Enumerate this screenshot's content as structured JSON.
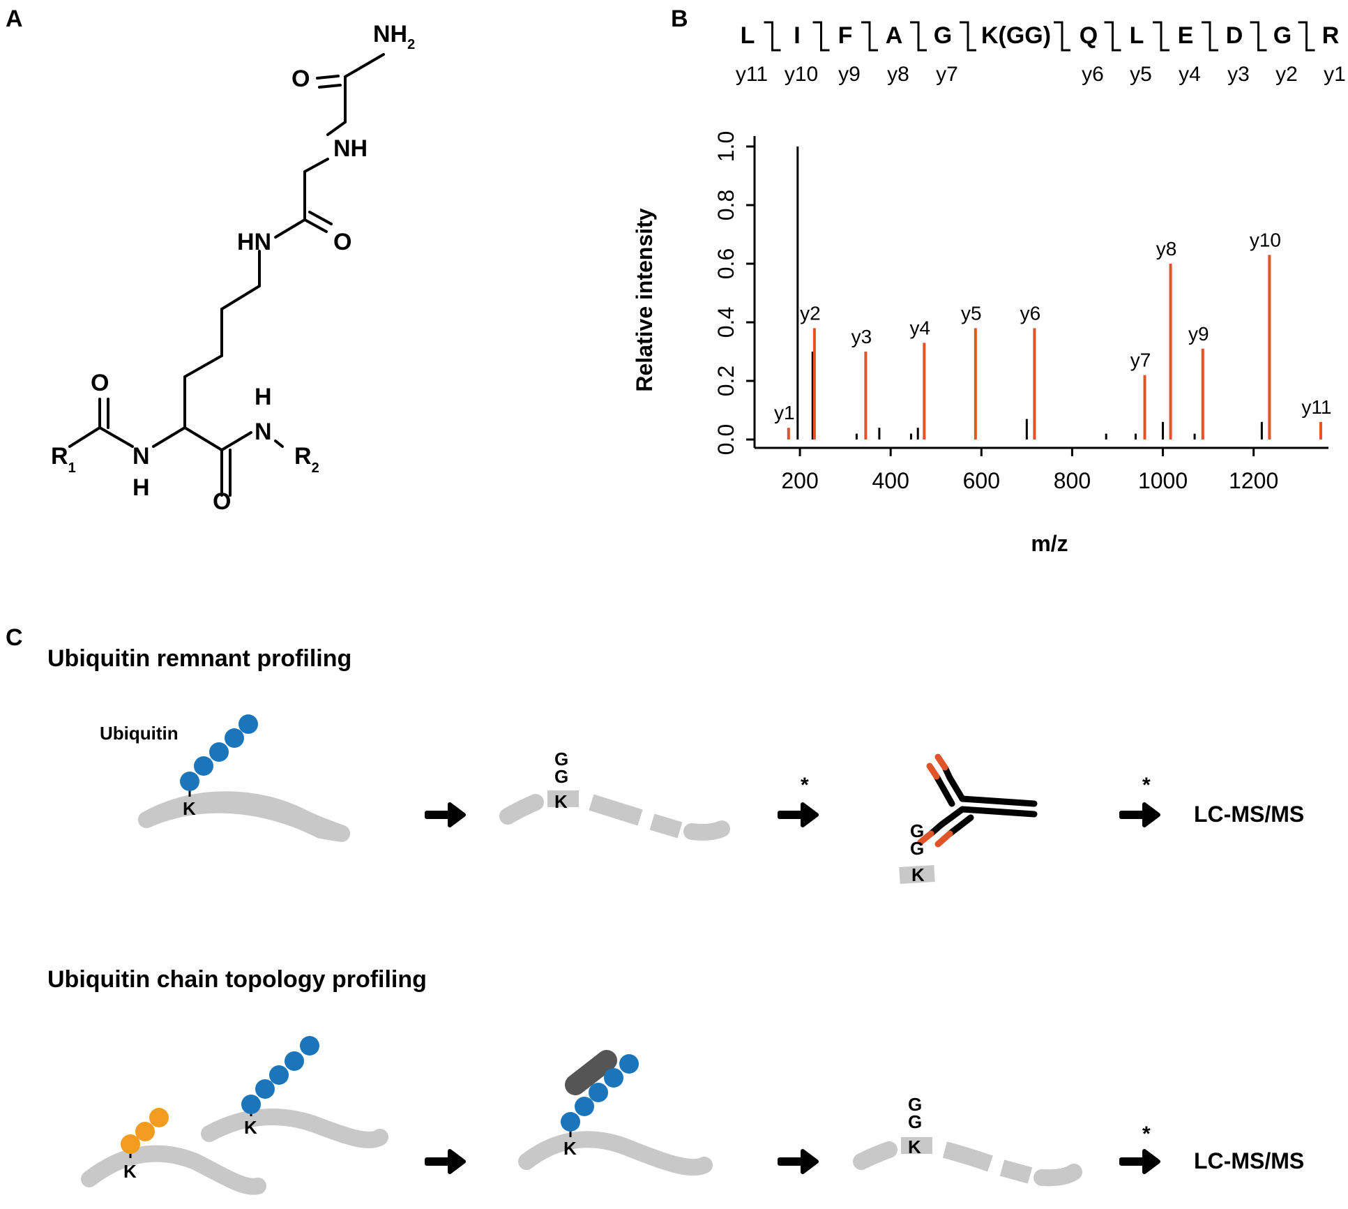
{
  "panels": {
    "a": "A",
    "b": "B",
    "c": "C"
  },
  "structure": {
    "nh2": "NH",
    "nh2_sub": "2",
    "o1": "O",
    "nh_top": "NH",
    "hn": "HN",
    "o2": "O",
    "o_left": "O",
    "h_top": "H",
    "n_right": "N",
    "n_left": "N",
    "h_left": "H",
    "o_bottom": "O",
    "r1": "R",
    "r1_sub": "1",
    "r2": "R",
    "r2_sub": "2"
  },
  "sequence": {
    "residues": [
      "L",
      "I",
      "F",
      "A",
      "G",
      "K(GG)",
      "Q",
      "L",
      "E",
      "D",
      "G",
      "R"
    ],
    "ions": [
      "y11",
      "y10",
      "y9",
      "y8",
      "y7",
      "",
      "y6",
      "y5",
      "y4",
      "y3",
      "y2",
      "y1"
    ]
  },
  "chart_data": {
    "type": "bar",
    "xlabel": "m/z",
    "ylabel": "Relative intensity",
    "xticks": [
      200,
      400,
      600,
      800,
      1000,
      1200
    ],
    "yticks": [
      "0.0",
      "0.2",
      "0.4",
      "0.6",
      "0.8",
      "1.0"
    ],
    "xlim": [
      100,
      1365
    ],
    "ylim": [
      0,
      1.0
    ],
    "colors": {
      "annotated": "#e0542a",
      "other": "#000000"
    },
    "annotated_peaks": [
      {
        "mz": 175,
        "y": 0.04,
        "label": "y1"
      },
      {
        "mz": 232,
        "y": 0.38,
        "label": "y2"
      },
      {
        "mz": 345,
        "y": 0.3,
        "label": "y3"
      },
      {
        "mz": 474,
        "y": 0.33,
        "label": "y4"
      },
      {
        "mz": 587,
        "y": 0.38,
        "label": "y5"
      },
      {
        "mz": 717,
        "y": 0.38,
        "label": "y6"
      },
      {
        "mz": 960,
        "y": 0.22,
        "label": "y7"
      },
      {
        "mz": 1017,
        "y": 0.6,
        "label": "y8"
      },
      {
        "mz": 1088,
        "y": 0.31,
        "label": "y9"
      },
      {
        "mz": 1235,
        "y": 0.63,
        "label": "y10"
      },
      {
        "mz": 1348,
        "y": 0.06,
        "label": "y11"
      }
    ],
    "other_peaks": [
      {
        "mz": 195,
        "y": 1.0
      },
      {
        "mz": 228,
        "y": 0.3
      },
      {
        "mz": 325,
        "y": 0.02
      },
      {
        "mz": 375,
        "y": 0.04
      },
      {
        "mz": 445,
        "y": 0.02
      },
      {
        "mz": 460,
        "y": 0.04
      },
      {
        "mz": 700,
        "y": 0.07
      },
      {
        "mz": 875,
        "y": 0.02
      },
      {
        "mz": 940,
        "y": 0.02
      },
      {
        "mz": 1000,
        "y": 0.06
      },
      {
        "mz": 1070,
        "y": 0.02
      },
      {
        "mz": 1218,
        "y": 0.06
      }
    ]
  },
  "panel_c": {
    "title1": "Ubiquitin remnant profiling",
    "title2": "Ubiquitin chain topology profiling",
    "ubiquitin": "Ubiquitin",
    "k": "K",
    "g": "G",
    "star": "*",
    "lcms": "LC-MS/MS",
    "colors": {
      "ubiquitin": "#1b75bb",
      "orange": "#f39c1f",
      "substrate": "#c8c8c8",
      "antibody_tip": "#e0542a",
      "dark": "#555555"
    }
  }
}
